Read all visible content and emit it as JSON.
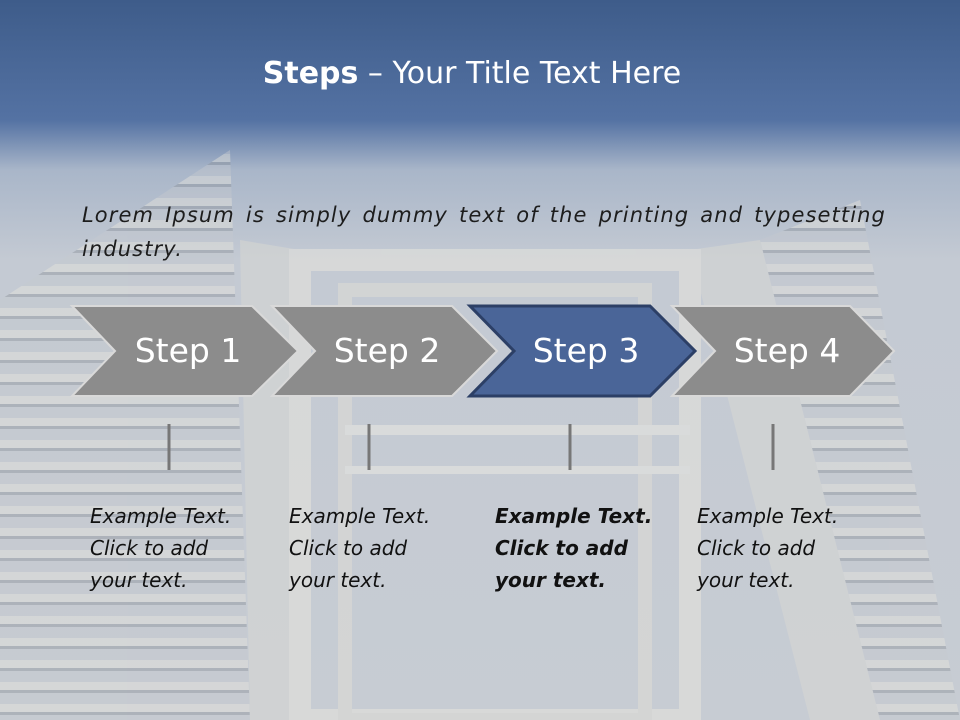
{
  "title": {
    "bold": "Steps",
    "rest": " – Your Title Text Here"
  },
  "intro": "Lorem Ipsum is simply dummy text of the printing and typesetting industry.",
  "steps": [
    {
      "label": "Step 1",
      "line1": "Example Text.",
      "line2": "Click  to add",
      "line3": "your text."
    },
    {
      "label": "Step 2",
      "line1": "Example Text.",
      "line2": "Click  to add",
      "line3": "your text."
    },
    {
      "label": "Step 3",
      "line1": "Example Text.",
      "line2": "Click  to add",
      "line3": "your text."
    },
    {
      "label": "Step 4",
      "line1": "Example Text.",
      "line2": "Click  to add",
      "line3": "your text."
    }
  ],
  "colors": {
    "inactive": "#8c8c8c",
    "active": "#4a6598",
    "connector": "#777777"
  }
}
